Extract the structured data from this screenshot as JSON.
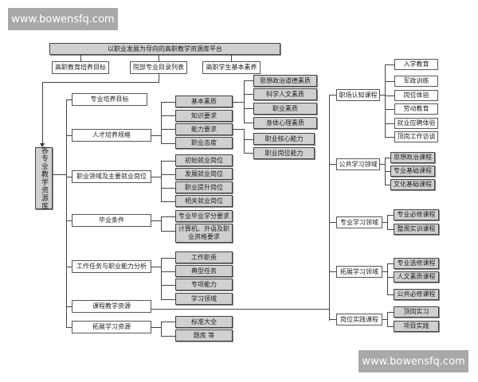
{
  "watermarks": {
    "top": "www.bowensfq.com",
    "bottom": "www.bowensfq.com"
  },
  "platform": {
    "title": "以职业发展为导向的高职教学资源库平台"
  },
  "inputs": [
    "高职教育培养目标",
    "院部专业目录列表",
    "高职学生基本素养"
  ],
  "library": {
    "label": "各专业教学资源库"
  },
  "level1": [
    "专业培养目标",
    "人才培养规格",
    "职业领域及主要就业岗位",
    "毕业条件",
    "工作任务与职业能力分析",
    "课程教学资源",
    "拓展学习资源"
  ],
  "specs": [
    "基本素质",
    "知识要求",
    "能力要求",
    "职业态度"
  ],
  "basic_qualities": [
    "思想政治道德素质",
    "科学人文素质",
    "职业素质",
    "身体心理素质"
  ],
  "abilities": [
    "职业核心能力",
    "职业岗位能力"
  ],
  "positions": [
    "初始就业岗位",
    "发展就业岗位",
    "职业提升岗位",
    "相关就业岗位"
  ],
  "graduation": [
    "专业毕业学分要求",
    "计算机、外语及职业资格要求"
  ],
  "task_analysis": [
    "工作职责",
    "典型任务",
    "专项能力",
    "学习领域"
  ],
  "extended": [
    "标准大全",
    "题库 等"
  ],
  "course_areas": [
    {
      "label": "职场认知课程",
      "items": [
        "入学教育",
        "军政训练",
        "岗位体验",
        "劳动教育",
        "就业应聘体验",
        "顶岗工作访谈"
      ]
    },
    {
      "label": "公共学习领域",
      "items": [
        "思想政治课程",
        "专业基础课程",
        "文化基础课程"
      ]
    },
    {
      "label": "专业学习领域",
      "items": [
        "专业必修课程",
        "整周实训课程"
      ]
    },
    {
      "label": "拓展学习领域",
      "items": [
        "专业选修课程",
        "人文素质课程",
        "公共必修课程"
      ]
    },
    {
      "label": "岗位实践课程",
      "items": [
        "顶岗实习",
        "项目实践"
      ]
    }
  ]
}
